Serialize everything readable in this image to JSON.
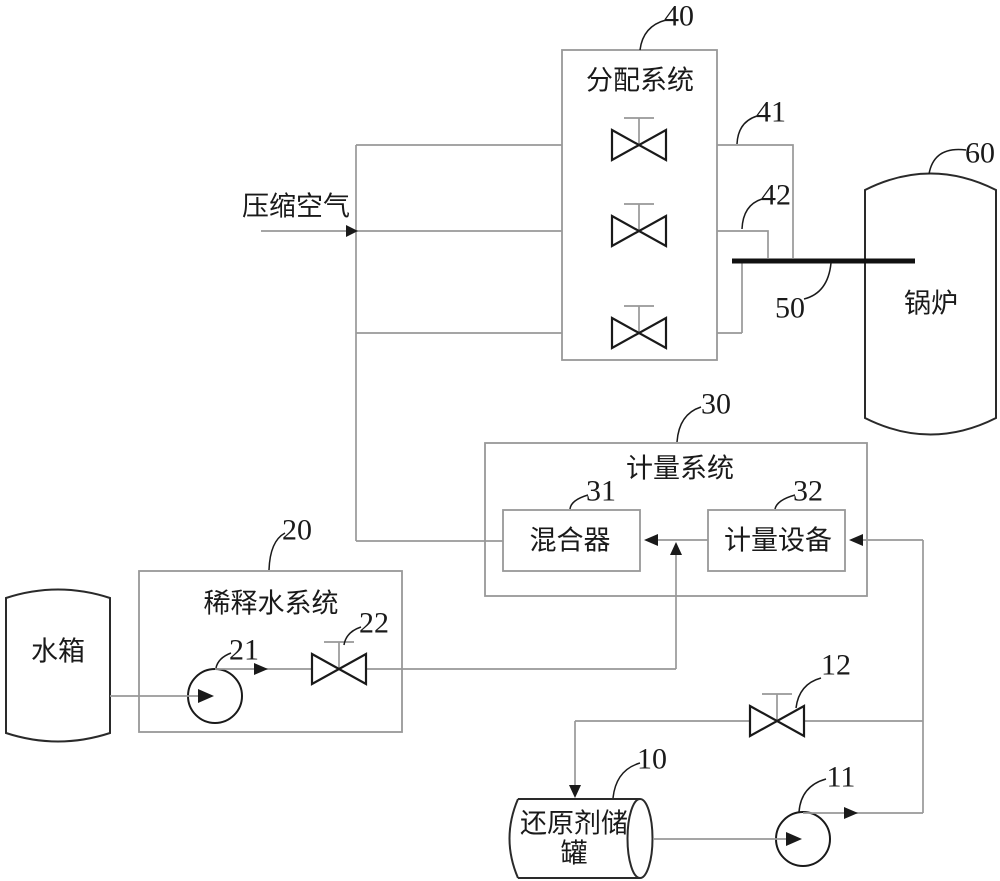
{
  "labels": {
    "compressed_air": "压缩空气",
    "distribution_system": "分配系统",
    "metering_system": "计量系统",
    "mixer": "混合器",
    "metering_device": "计量设备",
    "dilution_water_system": "稀释水系统",
    "water_tank": "水箱",
    "boiler": "锅炉",
    "reductant_tank_line1": "还原剂储",
    "reductant_tank_line2": "罐"
  },
  "refs": {
    "reductant_tank": "10",
    "reductant_pump": "11",
    "recirculation_valve": "12",
    "dilution_water_system": "20",
    "dilution_pump": "21",
    "dilution_valve": "22",
    "metering_system": "30",
    "mixer": "31",
    "metering_device": "32",
    "distribution_system": "40",
    "branch_1": "41",
    "branch_2": "42",
    "injection_lance": "50",
    "boiler": "60"
  },
  "colors": {
    "pipe_gray": "#989898",
    "ink": "#1a1a1a",
    "background": "#ffffff"
  }
}
